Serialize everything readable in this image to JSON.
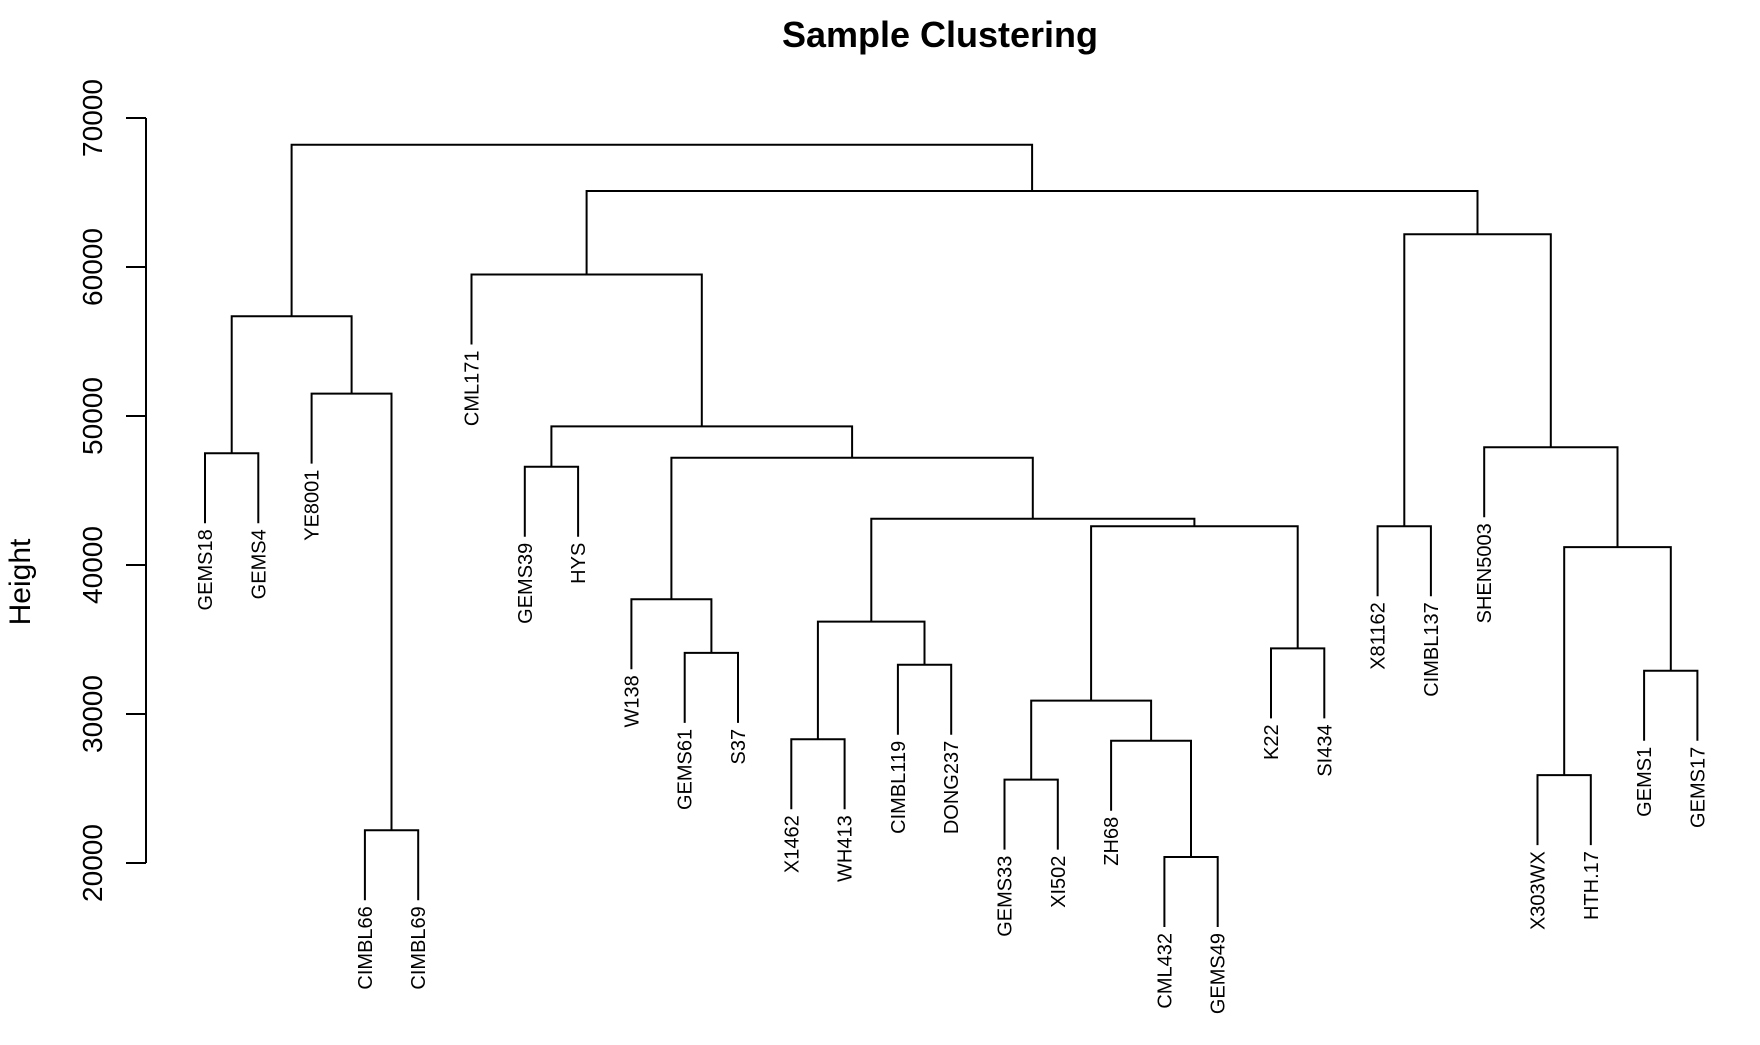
{
  "chart_data": {
    "type": "dendrogram",
    "title": "Sample Clustering",
    "ylabel": "Height",
    "xlabel": "",
    "yticks": [
      20000,
      30000,
      40000,
      50000,
      60000,
      70000
    ],
    "ylim": [
      20000,
      70000
    ],
    "leaves": [
      "GEMS18",
      "GEMS4",
      "YE8001",
      "CIMBL66",
      "CIMBL69",
      "CML171",
      "GEMS39",
      "HYS",
      "W138",
      "GEMS61",
      "S37",
      "X1462",
      "WH413",
      "CIMBL119",
      "DONG237",
      "GEMS33",
      "XI502",
      "ZH68",
      "CML432",
      "GEMS49",
      "K22",
      "SI434",
      "X81162",
      "CIMBL137",
      "SHEN5003",
      "X303WX",
      "HTH.17",
      "GEMS1",
      "GEMS17"
    ],
    "merges": [
      {
        "left": "CIMBL66",
        "right": "CIMBL69",
        "height": 22200
      },
      {
        "left": "CML432",
        "right": "GEMS49",
        "height": 20400
      },
      {
        "left": "GEMS33",
        "right": "XI502",
        "height": 25600
      },
      {
        "left": "X303WX",
        "right": "HTH.17",
        "height": 25900
      },
      {
        "left": "ZH68",
        "right": "m2",
        "height": 28200
      },
      {
        "left": "X1462",
        "right": "WH413",
        "height": 28300
      },
      {
        "left": "m3",
        "right": "m5",
        "height": 30900
      },
      {
        "left": "GEMS1",
        "right": "GEMS17",
        "height": 32900
      },
      {
        "left": "CIMBL119",
        "right": "DONG237",
        "height": 33300
      },
      {
        "left": "GEMS61",
        "right": "S37",
        "height": 34100
      },
      {
        "left": "K22",
        "right": "SI434",
        "height": 34400
      },
      {
        "left": "m6",
        "right": "m9",
        "height": 36200
      },
      {
        "left": "W138",
        "right": "m10",
        "height": 37700
      },
      {
        "left": "m4",
        "right": "m8",
        "height": 41200
      },
      {
        "left": "X81162",
        "right": "CIMBL137",
        "height": 42600
      },
      {
        "left": "m7",
        "right": "m11",
        "height": 42600
      },
      {
        "left": "m12",
        "right": "m16",
        "height": 43100
      },
      {
        "left": "GEMS39",
        "right": "HYS",
        "height": 46600
      },
      {
        "left": "m13",
        "right": "m17",
        "height": 47200
      },
      {
        "left": "GEMS18",
        "right": "GEMS4",
        "height": 47500
      },
      {
        "left": "SHEN5003",
        "right": "m14",
        "height": 47900
      },
      {
        "left": "m18",
        "right": "m19",
        "height": 49300
      },
      {
        "left": "YE8001",
        "right": "m1",
        "height": 51500
      },
      {
        "left": "CML171",
        "right": "m22",
        "height": 59500
      },
      {
        "left": "m20",
        "right": "m23",
        "height": 56700
      },
      {
        "left": "m15",
        "right": "m21",
        "height": 62200
      },
      {
        "left": "m24",
        "right": "m26",
        "height": 65100
      },
      {
        "left": "m25",
        "right": "m27",
        "height": 68200
      }
    ]
  }
}
